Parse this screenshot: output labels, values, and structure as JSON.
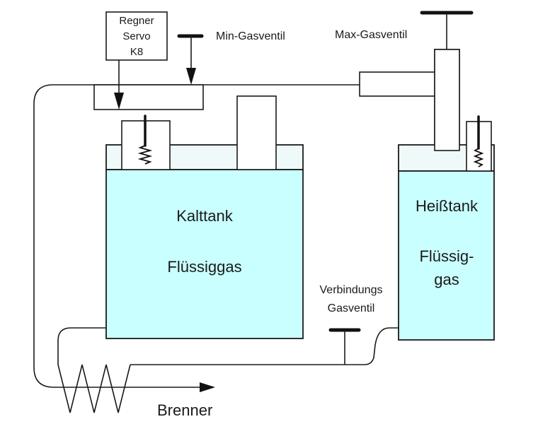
{
  "diagram": {
    "servo_box": {
      "lines": [
        "Regner",
        "Servo",
        "K8"
      ]
    },
    "labels": {
      "min_valve": "Min-Gasventil",
      "max_valve": "Max-Gasventil",
      "connection_valve_line1": "Verbindungs",
      "connection_valve_line2": "Gasventil",
      "burner": "Brenner"
    },
    "cold_tank": {
      "title": "Kalttank",
      "content": "Flüssiggas"
    },
    "hot_tank": {
      "title": "Heißtank",
      "content_line1": "Flüssig-",
      "content_line2": "gas"
    },
    "colors": {
      "liquid": "#c9ffff",
      "gas_space": "#f0f9fa",
      "stroke": "#1a1a1a"
    }
  }
}
